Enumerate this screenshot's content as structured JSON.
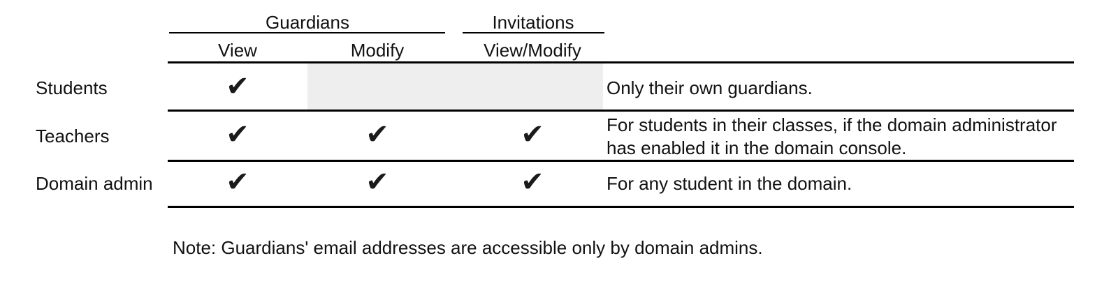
{
  "table": {
    "column_groups": [
      {
        "label": "Guardians",
        "spans": [
          "View",
          "Modify"
        ]
      },
      {
        "label": "Invitations",
        "spans": [
          "View/Modify"
        ]
      }
    ],
    "columns": [
      {
        "key": "role",
        "header": ""
      },
      {
        "key": "guardians_view",
        "header": "View"
      },
      {
        "key": "guardians_modify",
        "header": "Modify"
      },
      {
        "key": "invitations_view_modify",
        "header": "View/Modify"
      },
      {
        "key": "notes",
        "header": ""
      }
    ],
    "check_glyph": "✔",
    "shaded_color": "#eeeeee",
    "rule_color": "#000000",
    "rows": [
      {
        "role": "Students",
        "guardians_view": "✔",
        "guardians_modify": "",
        "guardians_modify_shaded": true,
        "invitations_view_modify": "",
        "invitations_shaded": true,
        "notes": "Only their own guardians."
      },
      {
        "role": "Teachers",
        "guardians_view": "✔",
        "guardians_modify": "✔",
        "guardians_modify_shaded": false,
        "invitations_view_modify": "✔",
        "invitations_shaded": false,
        "notes": "For students in their classes, if the domain administrator has enabled it in the domain console."
      },
      {
        "role": "Domain admin",
        "guardians_view": "✔",
        "guardians_modify": "✔",
        "guardians_modify_shaded": false,
        "invitations_view_modify": "✔",
        "invitations_shaded": false,
        "notes": "For any student in the domain."
      }
    ],
    "footnote": "Note: Guardians' email addresses are accessible only by domain admins."
  }
}
